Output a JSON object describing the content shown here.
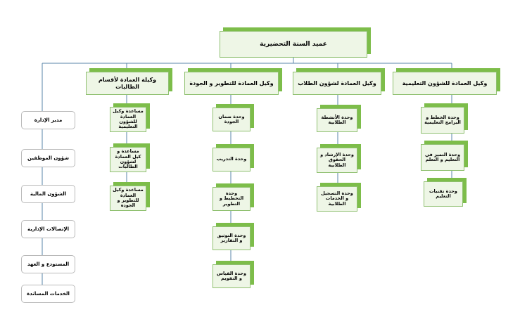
{
  "root": {
    "label": "عميد السنة التحضيرية"
  },
  "admin": [
    {
      "label": "مدير الإدارة"
    },
    {
      "label": "شؤون الموظفين"
    },
    {
      "label": "الشؤون المالية"
    },
    {
      "label": "الإتصالات الإدارية"
    },
    {
      "label": "المستودع و العهد"
    },
    {
      "label": "الخدمات المساندة"
    }
  ],
  "branches": [
    {
      "label": "وكيلة العمادة لأقسام الطالبات",
      "units": [
        {
          "label": "مساعدة وكيل العمادة للشؤون التعليمية"
        },
        {
          "label": "مساعدة و كيل العمادة لشؤون الطالبات"
        },
        {
          "label": "مساعدة وكيل العمادة للتطوير و الجودة"
        }
      ]
    },
    {
      "label": "وكيل العمادة للتطوير و الجودة",
      "units": [
        {
          "label": "وحدة ضمان الجودة"
        },
        {
          "label": "وحدة التدريب"
        },
        {
          "label": "وحدة التخطيط و التطوير"
        },
        {
          "label": "وحدة التوثيق و التقارير"
        },
        {
          "label": "وحدة القياس و التقويم"
        }
      ]
    },
    {
      "label": "وكيل العمادة لشؤون الطلاب",
      "units": [
        {
          "label": "وحدة الأنشطة الطلابية"
        },
        {
          "label": "وحدة الإرشاد و الحقوق الطلابية"
        },
        {
          "label": "وحدة التسجيل و الخدمات الطلابية"
        }
      ]
    },
    {
      "label": "وكيل العمادة للشؤون التعليمية",
      "units": [
        {
          "label": "وحدة الخطط و البرامج التعليمية"
        },
        {
          "label": "وحدة التميز في التعليم و التعلم"
        },
        {
          "label": "وحدة تقنيات التعليم"
        }
      ]
    }
  ],
  "colors": {
    "line": "#5a84a8",
    "shadow": "#7dbd4a",
    "fill": "#eef6e6",
    "border": "#8fc070"
  }
}
